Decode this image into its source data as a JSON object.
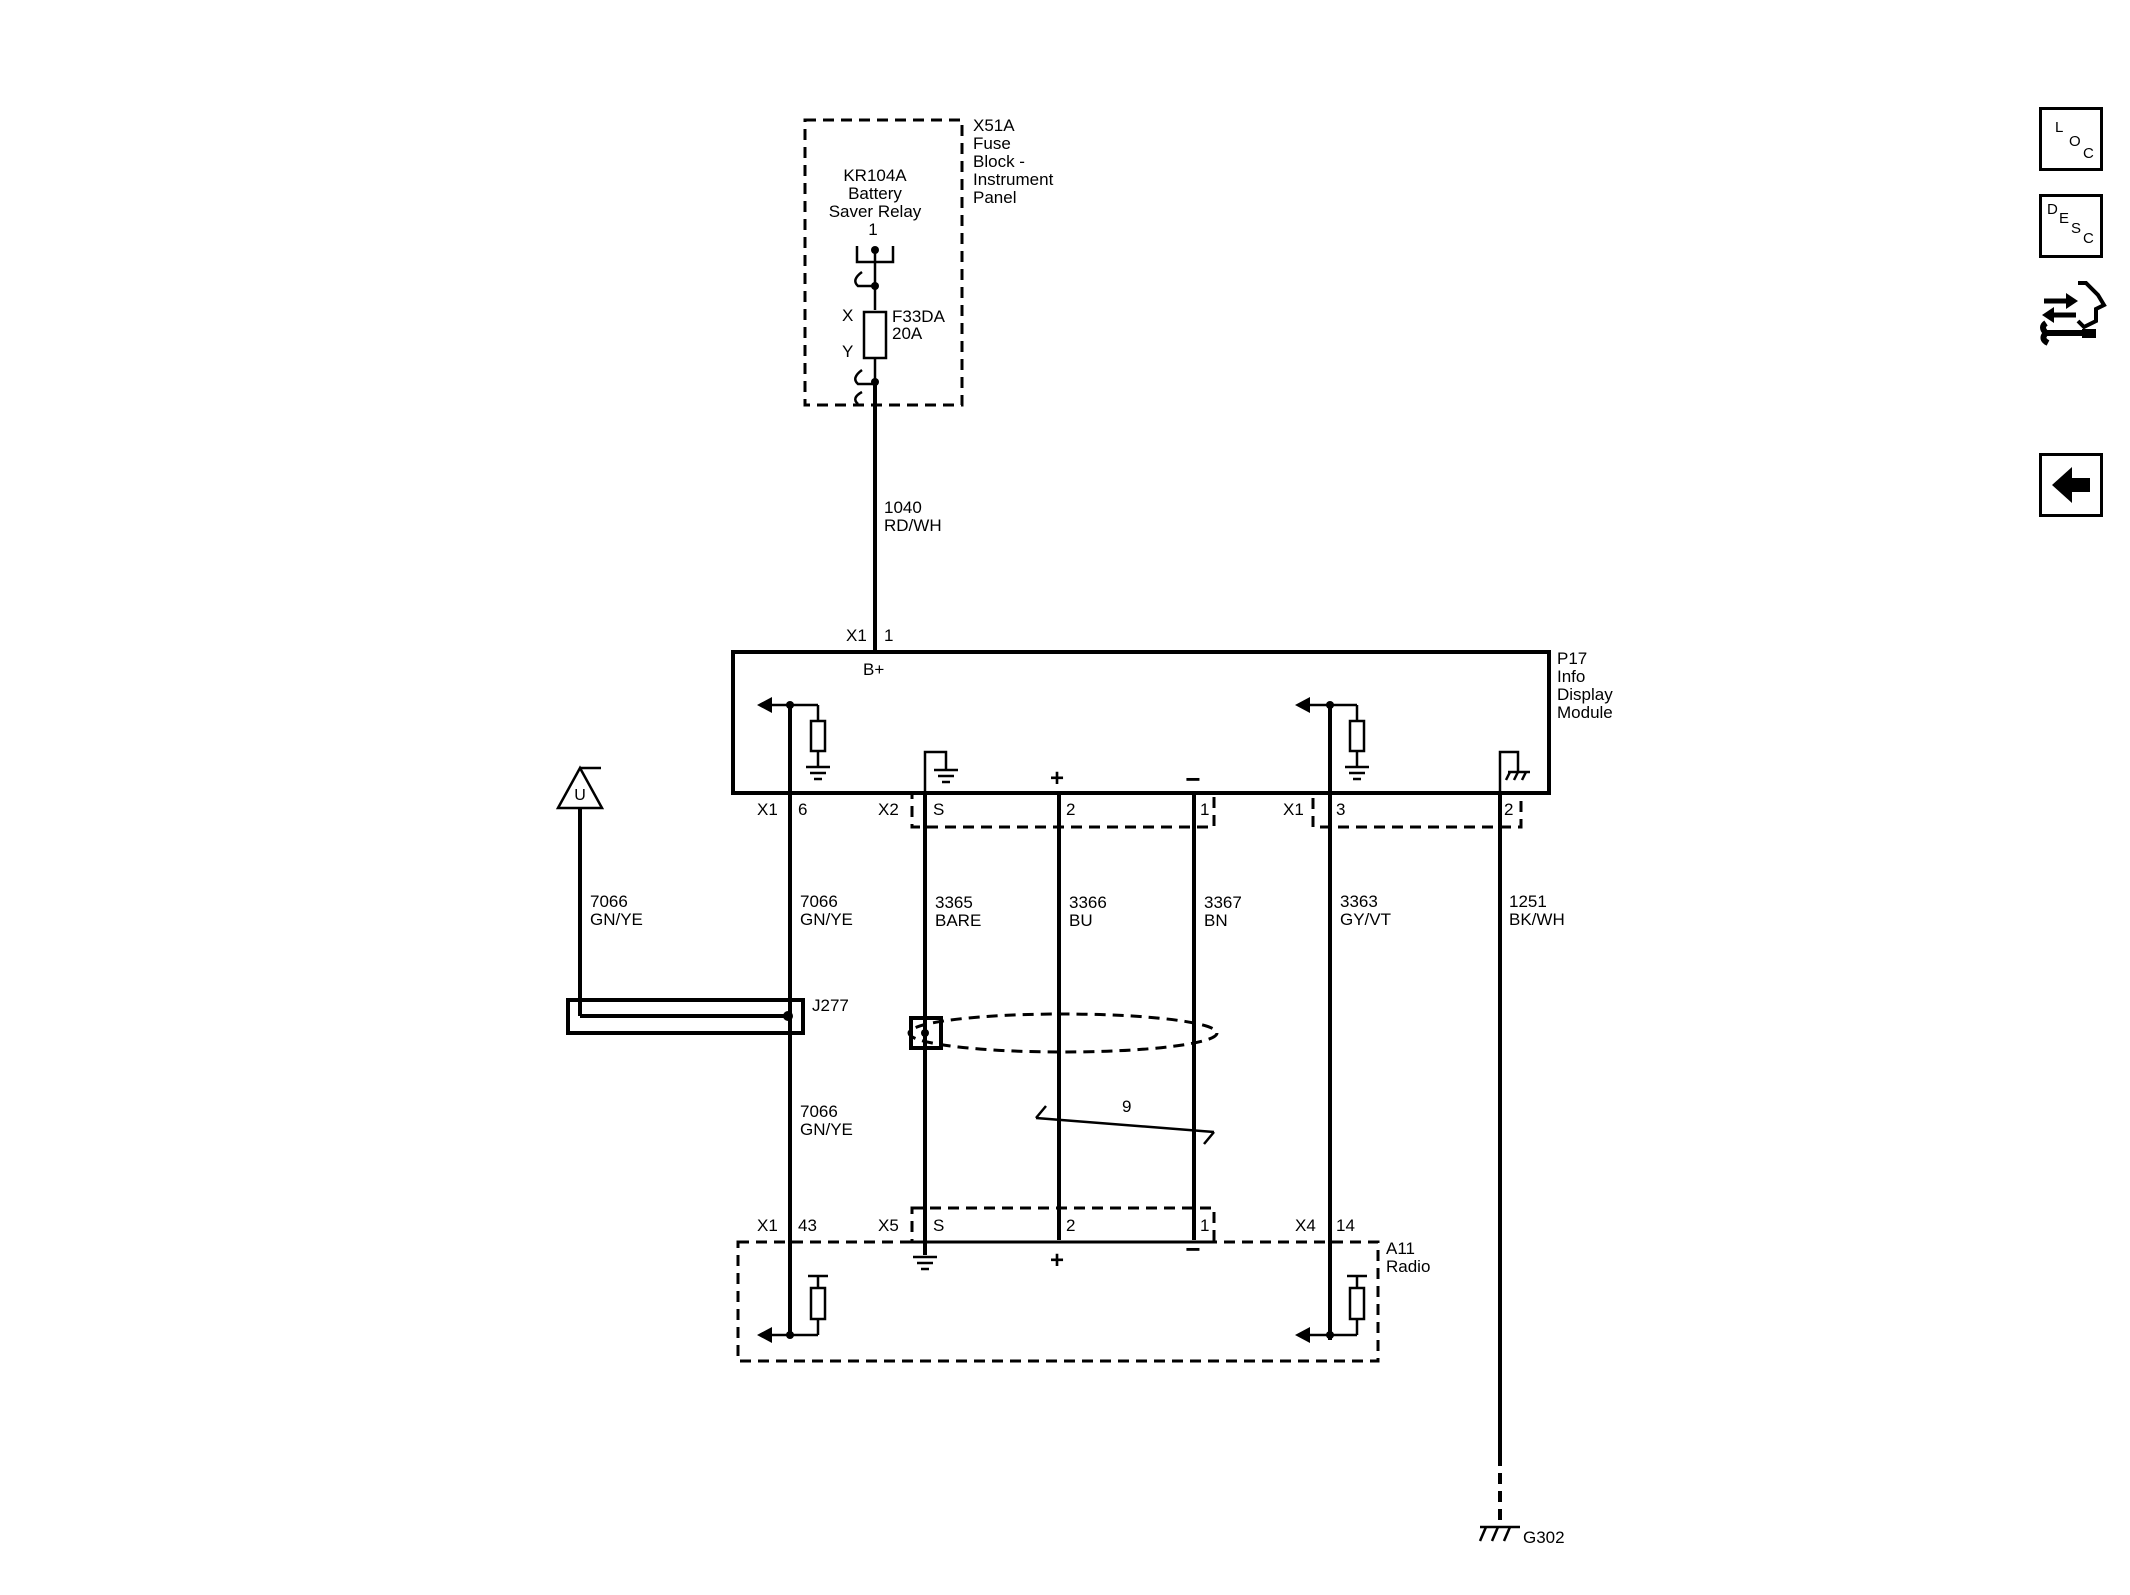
{
  "fuse_block": {
    "name_lines": [
      "X51A",
      "Fuse",
      "Block -",
      "Instrument",
      "Panel"
    ],
    "relay_lines": [
      "KR104A",
      "Battery",
      "Saver Relay"
    ],
    "relay_pin": "1",
    "fuse_id": "F33DA",
    "fuse_rating": "20A",
    "fuse_terminal_x": "X",
    "fuse_terminal_y": "Y"
  },
  "wires": [
    {
      "circuit": "1040",
      "color": "RD/WH"
    },
    {
      "circuit": "7066",
      "color": "GN/YE"
    },
    {
      "circuit": "7066",
      "color": "GN/YE"
    },
    {
      "circuit": "3365",
      "color": "BARE"
    },
    {
      "circuit": "3366",
      "color": "BU"
    },
    {
      "circuit": "3367",
      "color": "BN"
    },
    {
      "circuit": "3363",
      "color": "GY/VT"
    },
    {
      "circuit": "1251",
      "color": "BK/WH"
    },
    {
      "circuit": "7066",
      "color": "GN/YE"
    }
  ],
  "info_display": {
    "name_lines": [
      "P17",
      "Info",
      "Display",
      "Module"
    ],
    "bplus": "B+",
    "top_connector": "X1",
    "top_pin": "1",
    "plus": "+",
    "minus": "−",
    "bottom_pins": [
      {
        "connector": "X1",
        "pin": "6"
      },
      {
        "connector": "X2",
        "pin": "S"
      },
      {
        "connector": "",
        "pin": "2"
      },
      {
        "connector": "",
        "pin": "1"
      },
      {
        "connector": "X1",
        "pin": "3"
      },
      {
        "connector": "",
        "pin": "2"
      }
    ]
  },
  "splice": {
    "id": "J277"
  },
  "offpage_symbol": "U",
  "twist_count": "9",
  "radio": {
    "name_lines": [
      "A11",
      "Radio"
    ],
    "plus": "+",
    "minus": "−",
    "pins": [
      {
        "connector": "X1",
        "pin": "43"
      },
      {
        "connector": "X5",
        "pin": "S"
      },
      {
        "connector": "",
        "pin": "2"
      },
      {
        "connector": "",
        "pin": "1"
      },
      {
        "connector": "X4",
        "pin": "14"
      }
    ]
  },
  "ground": {
    "id": "G302"
  },
  "nav": {
    "loc": [
      "L",
      "O",
      "C"
    ],
    "desc": [
      "D",
      "E",
      "S",
      "C"
    ],
    "service_icon": "wrench-arrows-icon",
    "back_icon": "back-arrow-icon"
  }
}
